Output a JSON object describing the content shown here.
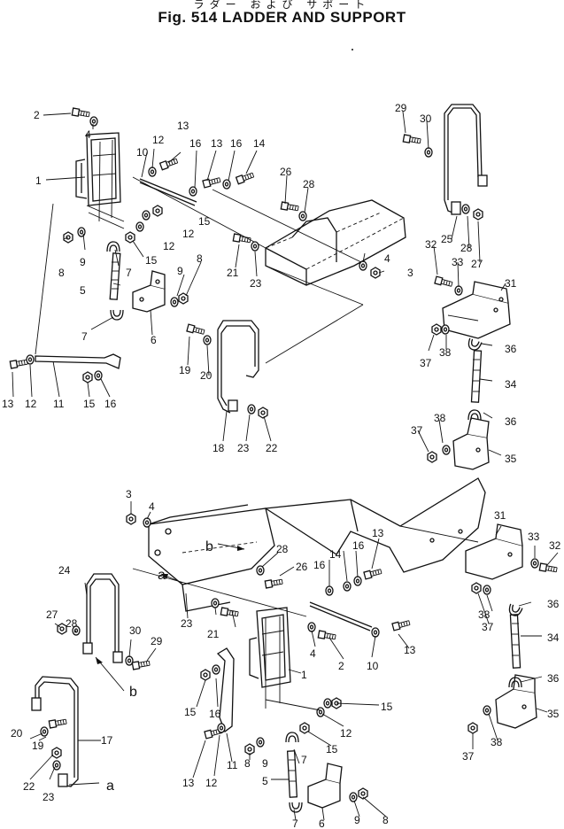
{
  "title_jp": "ラダー および サポート",
  "title": "Fig. 514 LADDER AND SUPPORT",
  "upper_view": {
    "callouts": [
      "2",
      "4",
      "1",
      "10",
      "12",
      "13",
      "16",
      "13",
      "16",
      "14",
      "15",
      "12",
      "12",
      "8",
      "9",
      "7",
      "15",
      "5",
      "9",
      "8",
      "7",
      "6",
      "13",
      "12",
      "11",
      "15",
      "16",
      "26",
      "28",
      "21",
      "23",
      "4",
      "3",
      "29",
      "30",
      "25",
      "28",
      "27",
      "32",
      "33",
      "31",
      "19",
      "20",
      "18",
      "23",
      "22",
      "37",
      "38",
      "36",
      "34",
      "38",
      "37",
      "36",
      "35"
    ]
  },
  "lower_view": {
    "callouts": [
      "3",
      "4",
      "b",
      "28",
      "26",
      "a",
      "23",
      "21",
      "24",
      "27",
      "28",
      "30",
      "29",
      "b",
      "20",
      "19",
      "17",
      "22",
      "23",
      "a",
      "14",
      "16",
      "16",
      "13",
      "2",
      "10",
      "13",
      "4",
      "1",
      "15",
      "16",
      "12",
      "15",
      "8",
      "12",
      "11",
      "15",
      "9",
      "7",
      "13",
      "5",
      "7",
      "6",
      "9",
      "8",
      "31",
      "33",
      "32",
      "37",
      "38",
      "36",
      "34",
      "36",
      "35",
      "38",
      "37"
    ]
  }
}
